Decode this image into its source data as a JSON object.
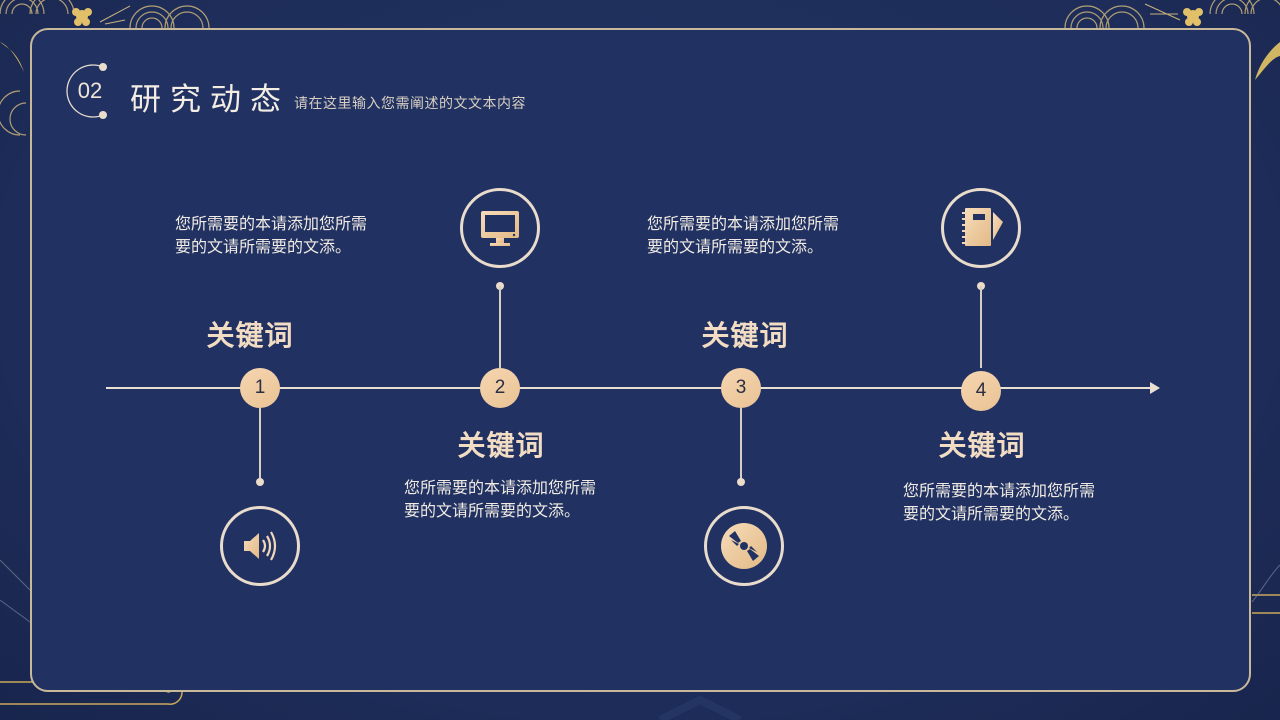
{
  "slide": {
    "section_number": "02",
    "title": "研究动态",
    "subtitle": "请在这里输入您需阐述的文文本内容"
  },
  "timeline": {
    "items": [
      {
        "number": "1",
        "keyword": "关键词",
        "description": "您所需要的本请添加您所需要的文请所需要的文添。",
        "icon": "speaker-icon",
        "position": "above-text-below-icon"
      },
      {
        "number": "2",
        "keyword": "关键词",
        "description": "您所需要的本请添加您所需要的文请所需要的文添。",
        "icon": "monitor-icon",
        "position": "above-icon-below-text"
      },
      {
        "number": "3",
        "keyword": "关键词",
        "description": "您所需要的本请添加您所需要的文请所需要的文添。",
        "icon": "disc-icon",
        "position": "above-text-below-icon"
      },
      {
        "number": "4",
        "keyword": "关键词",
        "description": "您所需要的本请添加您所需要的文请所需要的文添。",
        "icon": "notebook-icon",
        "position": "above-icon-below-text"
      }
    ]
  },
  "colors": {
    "background": "#1f2f5c",
    "panel": "#213262",
    "panel_border": "#c8b99a",
    "accent_gold": "#f0cfa5",
    "text_light": "#f1ebe4"
  }
}
